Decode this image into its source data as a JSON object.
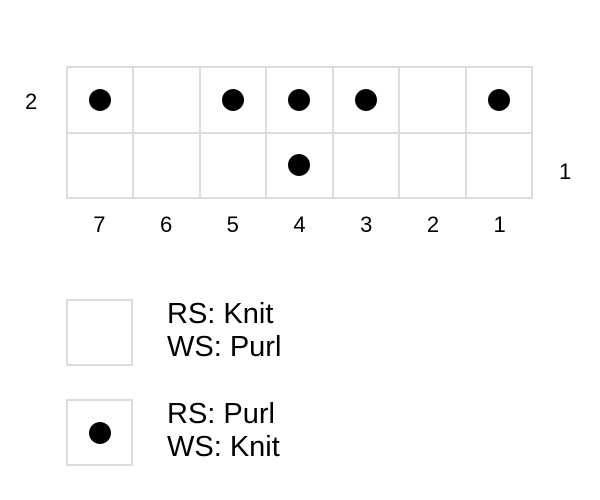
{
  "chart": {
    "rows": [
      {
        "number": "2",
        "label_side": "left",
        "cells": [
          true,
          false,
          true,
          true,
          true,
          false,
          true
        ]
      },
      {
        "number": "1",
        "label_side": "right",
        "cells": [
          false,
          false,
          false,
          true,
          false,
          false,
          false
        ]
      }
    ],
    "column_labels": [
      "7",
      "6",
      "5",
      "4",
      "3",
      "2",
      "1"
    ],
    "grid_color": "#dcdcdc",
    "dot_color": "#000000"
  },
  "legend": [
    {
      "symbol": "empty-square",
      "line1": "RS: Knit",
      "line2": "WS: Purl"
    },
    {
      "symbol": "dot-square",
      "line1": "RS: Purl",
      "line2": "WS: Knit"
    }
  ]
}
